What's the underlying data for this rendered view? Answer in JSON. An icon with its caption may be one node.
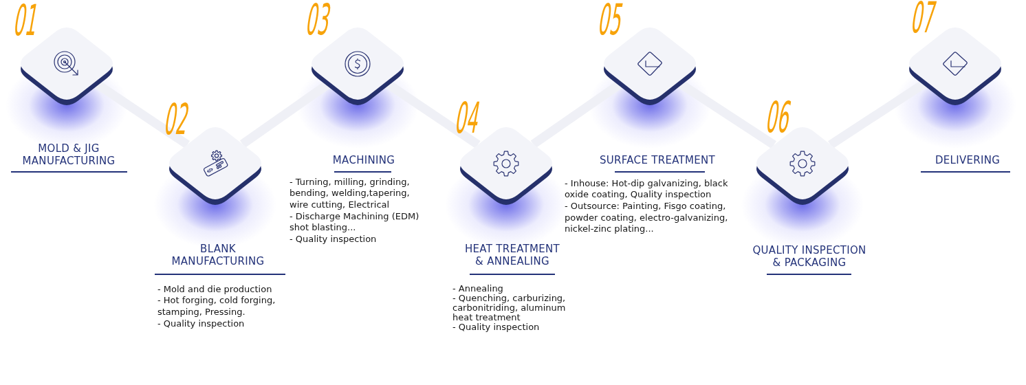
{
  "diagram": {
    "nodes": [
      {
        "text": [
          "MOLD & JIG MANUFACTURING"
        ],
        "beside": [
          "01"
        ]
      },
      {
        "text": [
          "BLANK MANUFACTURING",
          "- Mold and die production",
          "- Hot forging, cold forging, stamping, Pressing.",
          "- Quality inspection"
        ],
        "beside": [
          "02"
        ]
      },
      {
        "text": [
          "MACHINING",
          "- Turning, milling, grinding, bending, welding,tapering, wire cutting, Electrical",
          "- Discharge Machining (EDM) shot blasting...",
          "- Quality inspection"
        ],
        "beside": [
          "03"
        ]
      },
      {
        "text": [
          "HEAT TREATMENT & ANNEALING",
          "- Annealing",
          "- Quenching, carburizing, carbonitriding, aluminum heat treatment",
          "- Quality inspection"
        ],
        "beside": [
          "04"
        ]
      },
      {
        "text": [
          "SURFACE TREATMENT",
          "- Inhouse: Hot-dip galvanizing, black oxide coating, Quality inspection",
          "- Outsource: Painting, Fisgo coating, powder coating, electro-galvanizing, nickel-zinc plating..."
        ],
        "beside": [
          "05"
        ]
      },
      {
        "text": [
          "QUALITY INSPECTION & PACKAGING"
        ],
        "beside": [
          "06"
        ]
      },
      {
        "text": [
          "DELIVERING"
        ],
        "beside": [
          "07"
        ]
      }
    ],
    "edges": [
      {
        "from": 0,
        "to": 1,
        "arrow": "none"
      },
      {
        "from": 1,
        "to": 2,
        "arrow": "none"
      },
      {
        "from": 2,
        "to": 3,
        "arrow": "none"
      },
      {
        "from": 3,
        "to": 4,
        "arrow": "none"
      },
      {
        "from": 4,
        "to": 5,
        "arrow": "none"
      },
      {
        "from": 5,
        "to": 6,
        "arrow": "none"
      }
    ]
  }
}
